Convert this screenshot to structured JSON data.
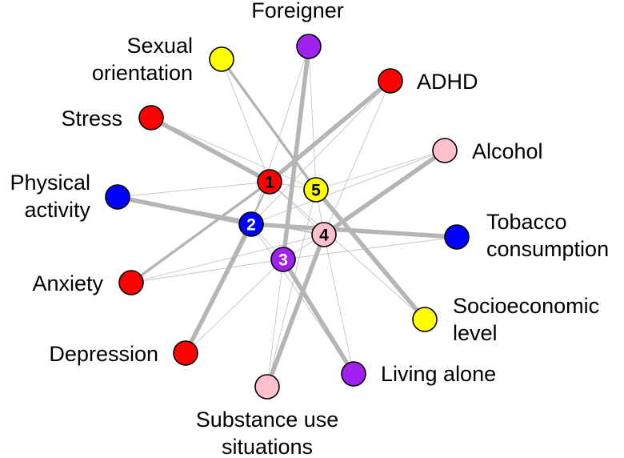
{
  "colors": {
    "red": "#ff0000",
    "blue": "#0000ff",
    "yellow": "#ffff00",
    "pink": "#ffc0cb",
    "purple": "#a020f0",
    "edge": "#b5b5b5"
  },
  "clusters": [
    {
      "id": 1,
      "label": "1",
      "color": "red",
      "text_color": "#000000"
    },
    {
      "id": 2,
      "label": "2",
      "color": "blue",
      "text_color": "#ffffff"
    },
    {
      "id": 3,
      "label": "3",
      "color": "purple",
      "text_color": "#ffffff"
    },
    {
      "id": 4,
      "label": "4",
      "color": "pink",
      "text_color": "#000000"
    },
    {
      "id": 5,
      "label": "5",
      "color": "yellow",
      "text_color": "#000000"
    }
  ],
  "nodes": [
    {
      "id": "foreigner",
      "label_lines": [
        "Foreigner"
      ],
      "color": "purple",
      "cluster": 3
    },
    {
      "id": "adhd",
      "label_lines": [
        "ADHD"
      ],
      "color": "red",
      "cluster": 1
    },
    {
      "id": "alcohol",
      "label_lines": [
        "Alcohol"
      ],
      "color": "pink",
      "cluster": 4
    },
    {
      "id": "tobacco",
      "label_lines": [
        "Tobacco",
        "consumption"
      ],
      "color": "blue",
      "cluster": 2
    },
    {
      "id": "socioeconomic",
      "label_lines": [
        "Socioeconomic",
        "level"
      ],
      "color": "yellow",
      "cluster": 5
    },
    {
      "id": "living_alone",
      "label_lines": [
        "Living alone"
      ],
      "color": "purple",
      "cluster": 3
    },
    {
      "id": "substance",
      "label_lines": [
        "Substance use",
        "situations"
      ],
      "color": "pink",
      "cluster": 4
    },
    {
      "id": "depression",
      "label_lines": [
        "Depression"
      ],
      "color": "red",
      "cluster": 1
    },
    {
      "id": "anxiety",
      "label_lines": [
        "Anxiety"
      ],
      "color": "red",
      "cluster": 1
    },
    {
      "id": "physical",
      "label_lines": [
        "Physical",
        "activity"
      ],
      "color": "blue",
      "cluster": 2
    },
    {
      "id": "stress",
      "label_lines": [
        "Stress"
      ],
      "color": "red",
      "cluster": 1
    },
    {
      "id": "sexual",
      "label_lines": [
        "Sexual",
        "orientation"
      ],
      "color": "yellow",
      "cluster": 5
    }
  ],
  "edges": [
    {
      "from": "stress",
      "to": "c1",
      "weight": 5
    },
    {
      "from": "adhd",
      "to": "c1",
      "weight": 5
    },
    {
      "from": "anxiety",
      "to": "c1",
      "weight": 4
    },
    {
      "from": "depression",
      "to": "c1",
      "weight": 2
    },
    {
      "from": "physical",
      "to": "c1",
      "weight": 1
    },
    {
      "from": "sexual",
      "to": "c1",
      "weight": 1
    },
    {
      "from": "physical",
      "to": "c2",
      "weight": 6
    },
    {
      "from": "tobacco",
      "to": "c2",
      "weight": 6
    },
    {
      "from": "depression",
      "to": "c2",
      "weight": 6
    },
    {
      "from": "adhd",
      "to": "c2",
      "weight": 1
    },
    {
      "from": "foreigner",
      "to": "c3",
      "weight": 6
    },
    {
      "from": "living_alone",
      "to": "c3",
      "weight": 6
    },
    {
      "from": "anxiety",
      "to": "c3",
      "weight": 1
    },
    {
      "from": "tobacco",
      "to": "c3",
      "weight": 1
    },
    {
      "from": "alcohol",
      "to": "c4",
      "weight": 6
    },
    {
      "from": "substance",
      "to": "c4",
      "weight": 6
    },
    {
      "from": "physical",
      "to": "c4",
      "weight": 2
    },
    {
      "from": "living_alone",
      "to": "c4",
      "weight": 1
    },
    {
      "from": "sexual",
      "to": "c5",
      "weight": 3
    },
    {
      "from": "socioeconomic",
      "to": "c5",
      "weight": 5
    },
    {
      "from": "alcohol",
      "to": "c5",
      "weight": 1
    },
    {
      "from": "foreigner",
      "to": "c5",
      "weight": 1
    },
    {
      "from": "stress",
      "to": "c5",
      "weight": 1
    },
    {
      "from": "substance",
      "to": "c5",
      "weight": 1
    },
    {
      "from": "depression",
      "to": "c3",
      "weight": 1
    },
    {
      "from": "substance",
      "to": "c3",
      "weight": 1
    },
    {
      "from": "adhd",
      "to": "c4",
      "weight": 1
    },
    {
      "from": "alcohol",
      "to": "c2",
      "weight": 1
    },
    {
      "from": "anxiety",
      "to": "c4",
      "weight": 1
    },
    {
      "from": "socioeconomic",
      "to": "c1",
      "weight": 1
    },
    {
      "from": "living_alone",
      "to": "c2",
      "weight": 1
    },
    {
      "from": "foreigner",
      "to": "c2",
      "weight": 1
    },
    {
      "from": "c1",
      "to": "c2",
      "weight": 1
    },
    {
      "from": "c1",
      "to": "c5",
      "weight": 1
    },
    {
      "from": "c2",
      "to": "c3",
      "weight": 1
    },
    {
      "from": "c3",
      "to": "c4",
      "weight": 1
    },
    {
      "from": "c4",
      "to": "c5",
      "weight": 1
    },
    {
      "from": "c1",
      "to": "c4",
      "weight": 1
    }
  ]
}
